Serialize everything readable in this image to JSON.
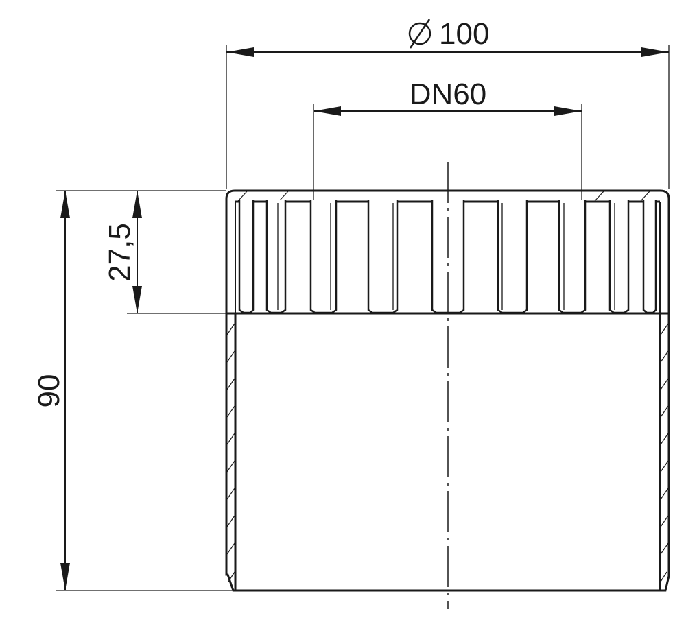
{
  "dimensions": {
    "outer_diameter": "100",
    "nominal_diameter": "DN60",
    "slot_height": "27,5",
    "total_height": "90"
  },
  "symbols": {
    "diameter": "diameter-symbol"
  }
}
